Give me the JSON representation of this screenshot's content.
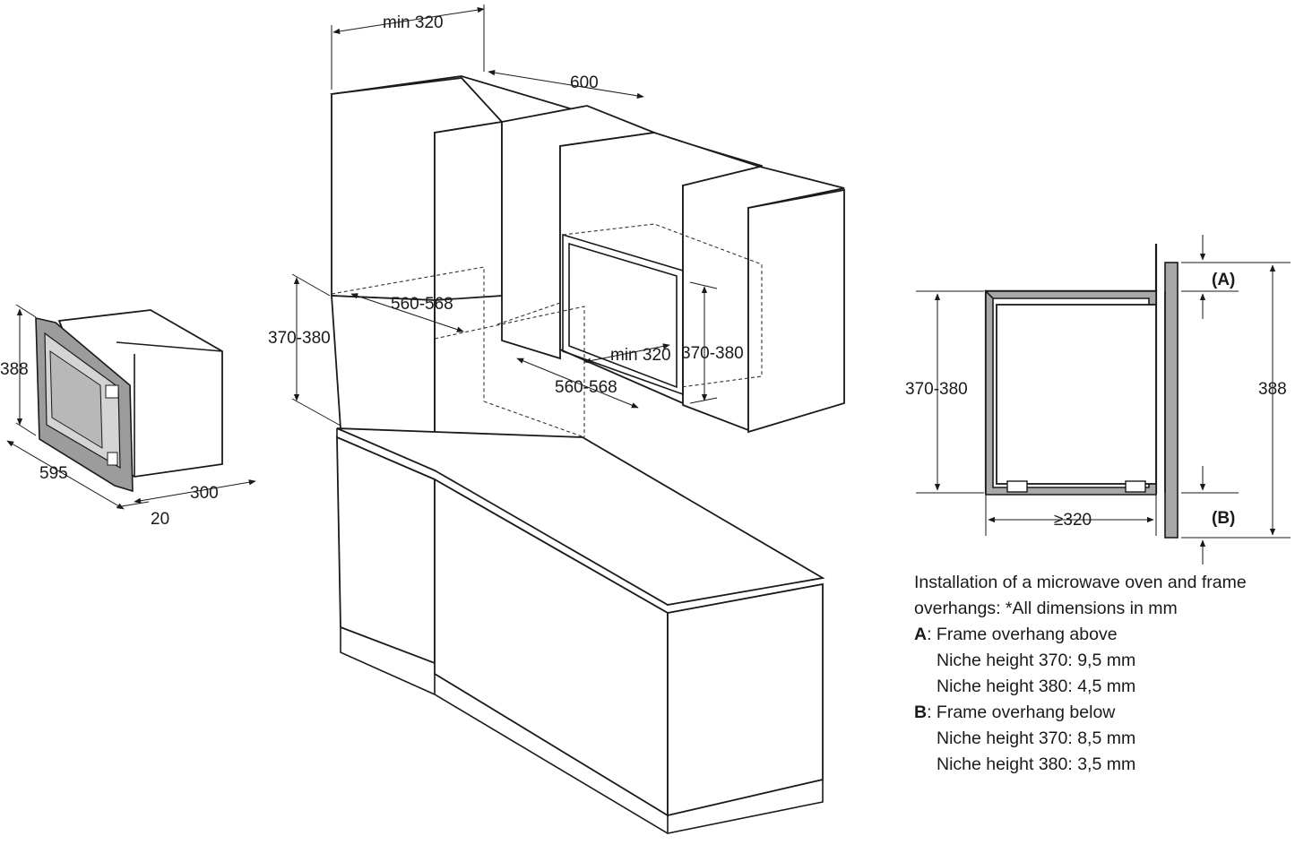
{
  "diagram": {
    "appliance_labels": {
      "height": "388",
      "width": "595",
      "depth": "300",
      "frame": "20"
    },
    "cabinet_labels": {
      "top_depth": "min 320",
      "cabinet_depth": "600",
      "niche_height_left": "370-380",
      "niche_width_left": "560-568",
      "niche_depth": "min 320",
      "niche_height_right": "370-380",
      "niche_width_right": "560-568"
    },
    "side_view_labels": {
      "marker_a": "(A)",
      "marker_b": "(B)",
      "niche_height": "370-380",
      "total_height": "388",
      "depth": "≥320"
    },
    "legend": {
      "intro": "Installation of a microwave oven and frame overhangs: *All dimensions in mm",
      "a_key": "A",
      "a_text": ": Frame overhang above",
      "a_line1": "Niche height 370: 9,5 mm",
      "a_line2": "Niche height 380: 4,5 mm",
      "b_key": "B",
      "b_text": ": Frame overhang below",
      "b_line1": "Niche height 370: 8,5 mm",
      "b_line2": "Niche height 380: 3,5 mm"
    }
  }
}
